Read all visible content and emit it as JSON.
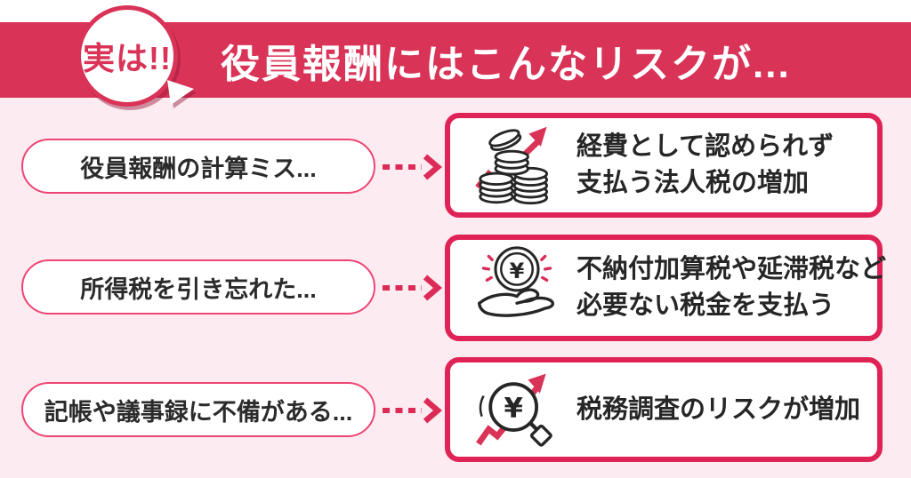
{
  "header": {
    "badge_label": "実は!!",
    "title": "役員報酬にはこんなリスクが..."
  },
  "rows": [
    {
      "cause": "役員報酬の計算ミス...",
      "icon": "coins-up-icon",
      "effect_lines": [
        "経費として認められず",
        "支払う法人税の増加"
      ]
    },
    {
      "cause": "所得税を引き忘れた...",
      "icon": "hand-coin-icon",
      "effect_lines": [
        "不納付加算税や延滞税など",
        "必要ない税金を支払う"
      ]
    },
    {
      "cause": "記帳や議事録に不備がある...",
      "icon": "magnifier-yen-icon",
      "effect_lines": [
        "税務調査のリスクが増加"
      ]
    }
  ],
  "icons": {
    "yen_symbol": "¥"
  },
  "colors": {
    "band": "#d93357",
    "card_border": "#e02356",
    "pill_border": "#ee4573",
    "arrow": "#dc2b57",
    "background_pink": "#fcebf0",
    "text_dark": "#262626",
    "white": "#ffffff"
  }
}
